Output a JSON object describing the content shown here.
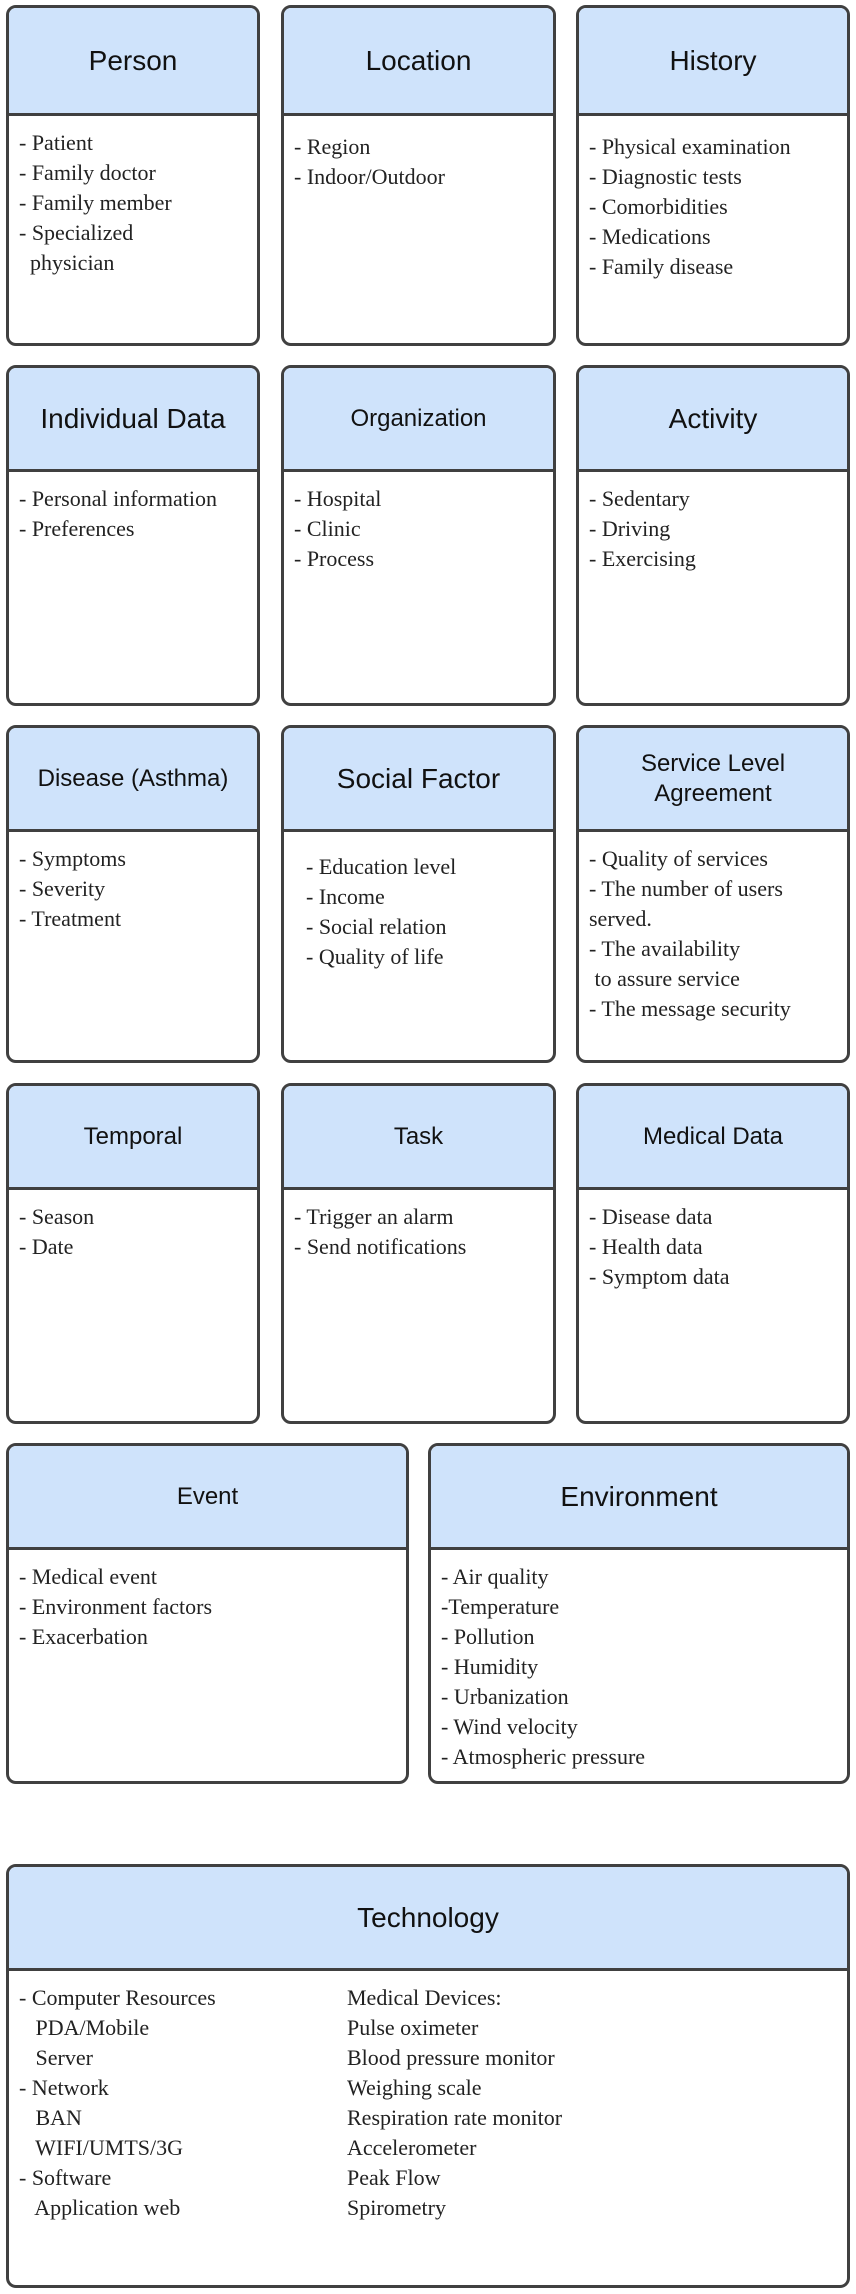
{
  "cards": {
    "person": {
      "title": "Person",
      "items": [
        "- Patient",
        "- Family doctor",
        "- Family member",
        "- Specialized",
        "  physician"
      ]
    },
    "location": {
      "title": "Location",
      "items": [
        "- Region",
        "- Indoor/Outdoor"
      ]
    },
    "history": {
      "title": "History",
      "items": [
        "- Physical examination",
        "- Diagnostic tests",
        "- Comorbidities",
        "- Medications",
        "- Family disease"
      ]
    },
    "individual": {
      "title": "Individual Data",
      "items": [
        "- Personal information",
        "- Preferences"
      ]
    },
    "organization": {
      "title": "Organization",
      "items": [
        "- Hospital",
        "- Clinic",
        "- Process"
      ]
    },
    "activity": {
      "title": "Activity",
      "items": [
        "- Sedentary",
        "- Driving",
        "- Exercising"
      ]
    },
    "disease": {
      "title": "Disease (Asthma)",
      "items": [
        "- Symptoms",
        "- Severity",
        "- Treatment"
      ]
    },
    "social": {
      "title": "Social Factor",
      "items": [
        "- Education level",
        "- Income",
        "- Social relation",
        "- Quality of life"
      ]
    },
    "sla": {
      "title": "Service Level\nAgreement",
      "items": [
        "- Quality of services",
        "- The number of users",
        "served.",
        "- The availability",
        " to assure service",
        "- The message security"
      ]
    },
    "temporal": {
      "title": "Temporal",
      "items": [
        "- Season",
        "- Date"
      ]
    },
    "task": {
      "title": "Task",
      "items": [
        "- Trigger an alarm",
        "- Send notifications"
      ]
    },
    "medical": {
      "title": "Medical Data",
      "items": [
        "- Disease data",
        "- Health data",
        "- Symptom data"
      ]
    },
    "event": {
      "title": "Event",
      "items": [
        "- Medical event",
        "- Environment factors",
        "- Exacerbation"
      ]
    },
    "environment": {
      "title": "Environment",
      "items": [
        "- Air quality",
        "-Temperature",
        "- Pollution",
        "- Humidity",
        "- Urbanization",
        "- Wind velocity",
        "- Atmospheric pressure"
      ]
    }
  },
  "technology": {
    "title": "Technology",
    "left": [
      "- Computer Resources",
      "   PDA/Mobile",
      "   Server",
      "- Network",
      "   BAN",
      "   WIFI/UMTS/3G",
      "- Software",
      "   Application web"
    ],
    "right": [
      "Medical Devices:",
      "Pulse oximeter",
      "Blood pressure monitor",
      "Weighing scale",
      "Respiration rate monitor",
      "Accelerometer",
      "Peak Flow",
      "Spirometry"
    ]
  }
}
